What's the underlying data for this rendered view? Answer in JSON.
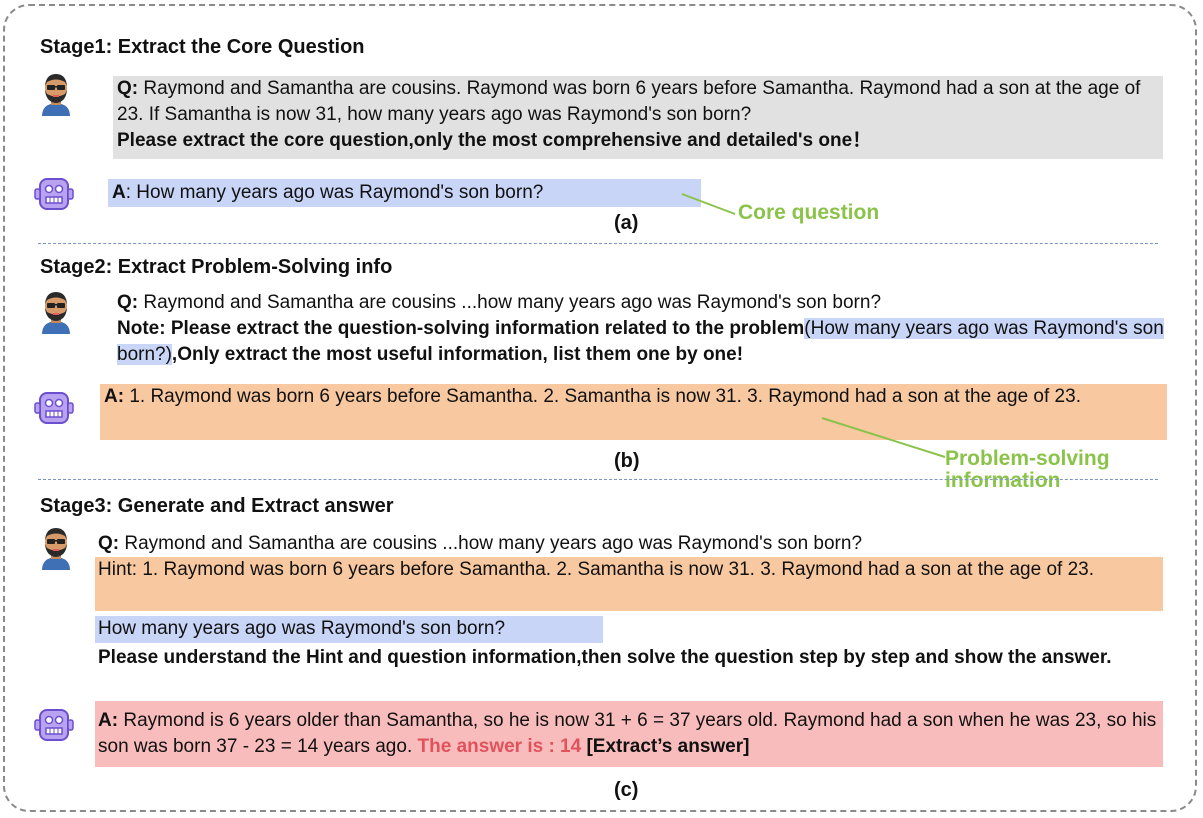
{
  "stage1": {
    "title": "Stage1: Extract the Core Question",
    "q_label": "Q:",
    "q_text": " Raymond and Samantha are cousins. Raymond was born 6 years before Samantha. Raymond had a son at the age of 23. If Samantha is now 31, how many years ago was Raymond's son born?",
    "q_instruction": "Please extract the core question,only the most comprehensive and detailed's one！",
    "a_label": "A",
    "a_text": ": How many years ago was Raymond's son born?",
    "caption": "(a)",
    "callout": "Core question"
  },
  "stage2": {
    "title": "Stage2: Extract Problem-Solving info",
    "q_label": "Q:",
    "q_text": " Raymond and Samantha are cousins ...how many years ago was  Raymond's son born?",
    "note_label": "Note: Please extract the question-solving information related to the problem",
    "note_question": "(How many years ago was Raymond's son born?)",
    "note_tail": ",Only extract the most useful information, list them one by one!",
    "a_label": "A:",
    "a_text": "  1. Raymond was born 6 years before Samantha. 2. Samantha is now 31. 3. Raymond had a son at the age of  23.",
    "caption": "(b)",
    "callout": "Problem-solving information"
  },
  "stage3": {
    "title": "Stage3: Generate and Extract answer",
    "q_label": "Q:",
    "q_text": " Raymond and Samantha are cousins ...how many years ago was Raymond's son born?",
    "hint": "Hint: 1. Raymond was born 6 years before Samantha. 2. Samantha is now 31.  3.  Raymond had a son at the age of 23.",
    "core_q": "How many years ago was Raymond's son born?",
    "instruction": "Please understand the Hint and question information,then solve the question step by step and show the answer.",
    "a_label": "A:",
    "a_text": " Raymond is 6 years older than Samantha, so he is now 31 + 6 = 37 years old. Raymond had a son when he was 23, so his son was born 37 - 23 = 14 years ago. ",
    "answer": "The answer is : 14",
    "extract_tag": " [Extract’s answer]",
    "caption": "(c)"
  },
  "colors": {
    "blue_highlight": "#c8d5f7",
    "orange_highlight": "#f8c9a0",
    "gray_highlight": "#e1e1e1",
    "red_highlight": "#f8bcbc",
    "callout_green": "#8bc34a",
    "answer_red": "#e0535d"
  },
  "icons": [
    "man-avatar-icon",
    "robot-icon"
  ]
}
